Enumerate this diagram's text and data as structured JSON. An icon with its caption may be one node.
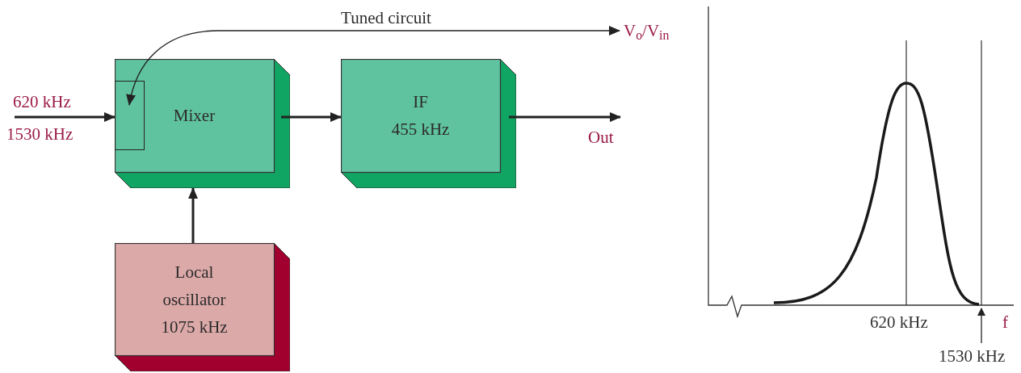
{
  "diagram": {
    "nodes": [
      {
        "text": [
          "Mixer"
        ]
      },
      {
        "text": [],
        "shape": "box",
        "in": 0
      },
      {
        "text": [
          "IF",
          "455 kHz"
        ]
      },
      {
        "text": [
          "Local oscillator",
          "1075 kHz"
        ]
      },
      {
        "text": [
          "Out"
        ]
      },
      {
        "text": [
          "V$_{o}$/V$_{in}$"
        ]
      }
    ],
    "edges": [
      {
        "from": null,
        "to": 0,
        "arrow": "to"
      },
      {
        "from": 0,
        "to": 2,
        "arrow": "to"
      },
      {
        "from": 2,
        "to": 4,
        "arrow": "to"
      },
      {
        "from": 3,
        "to": 0,
        "arrow": "to"
      },
      {
        "from": 1,
        "to": 5,
        "arrow": "both",
        "label": "Tuned circuit"
      }
    ],
    "labels": [
      "620 kHz",
      "1530 kHz",
      "620 kHz",
      "f",
      "1530 kHz"
    ]
  }
}
